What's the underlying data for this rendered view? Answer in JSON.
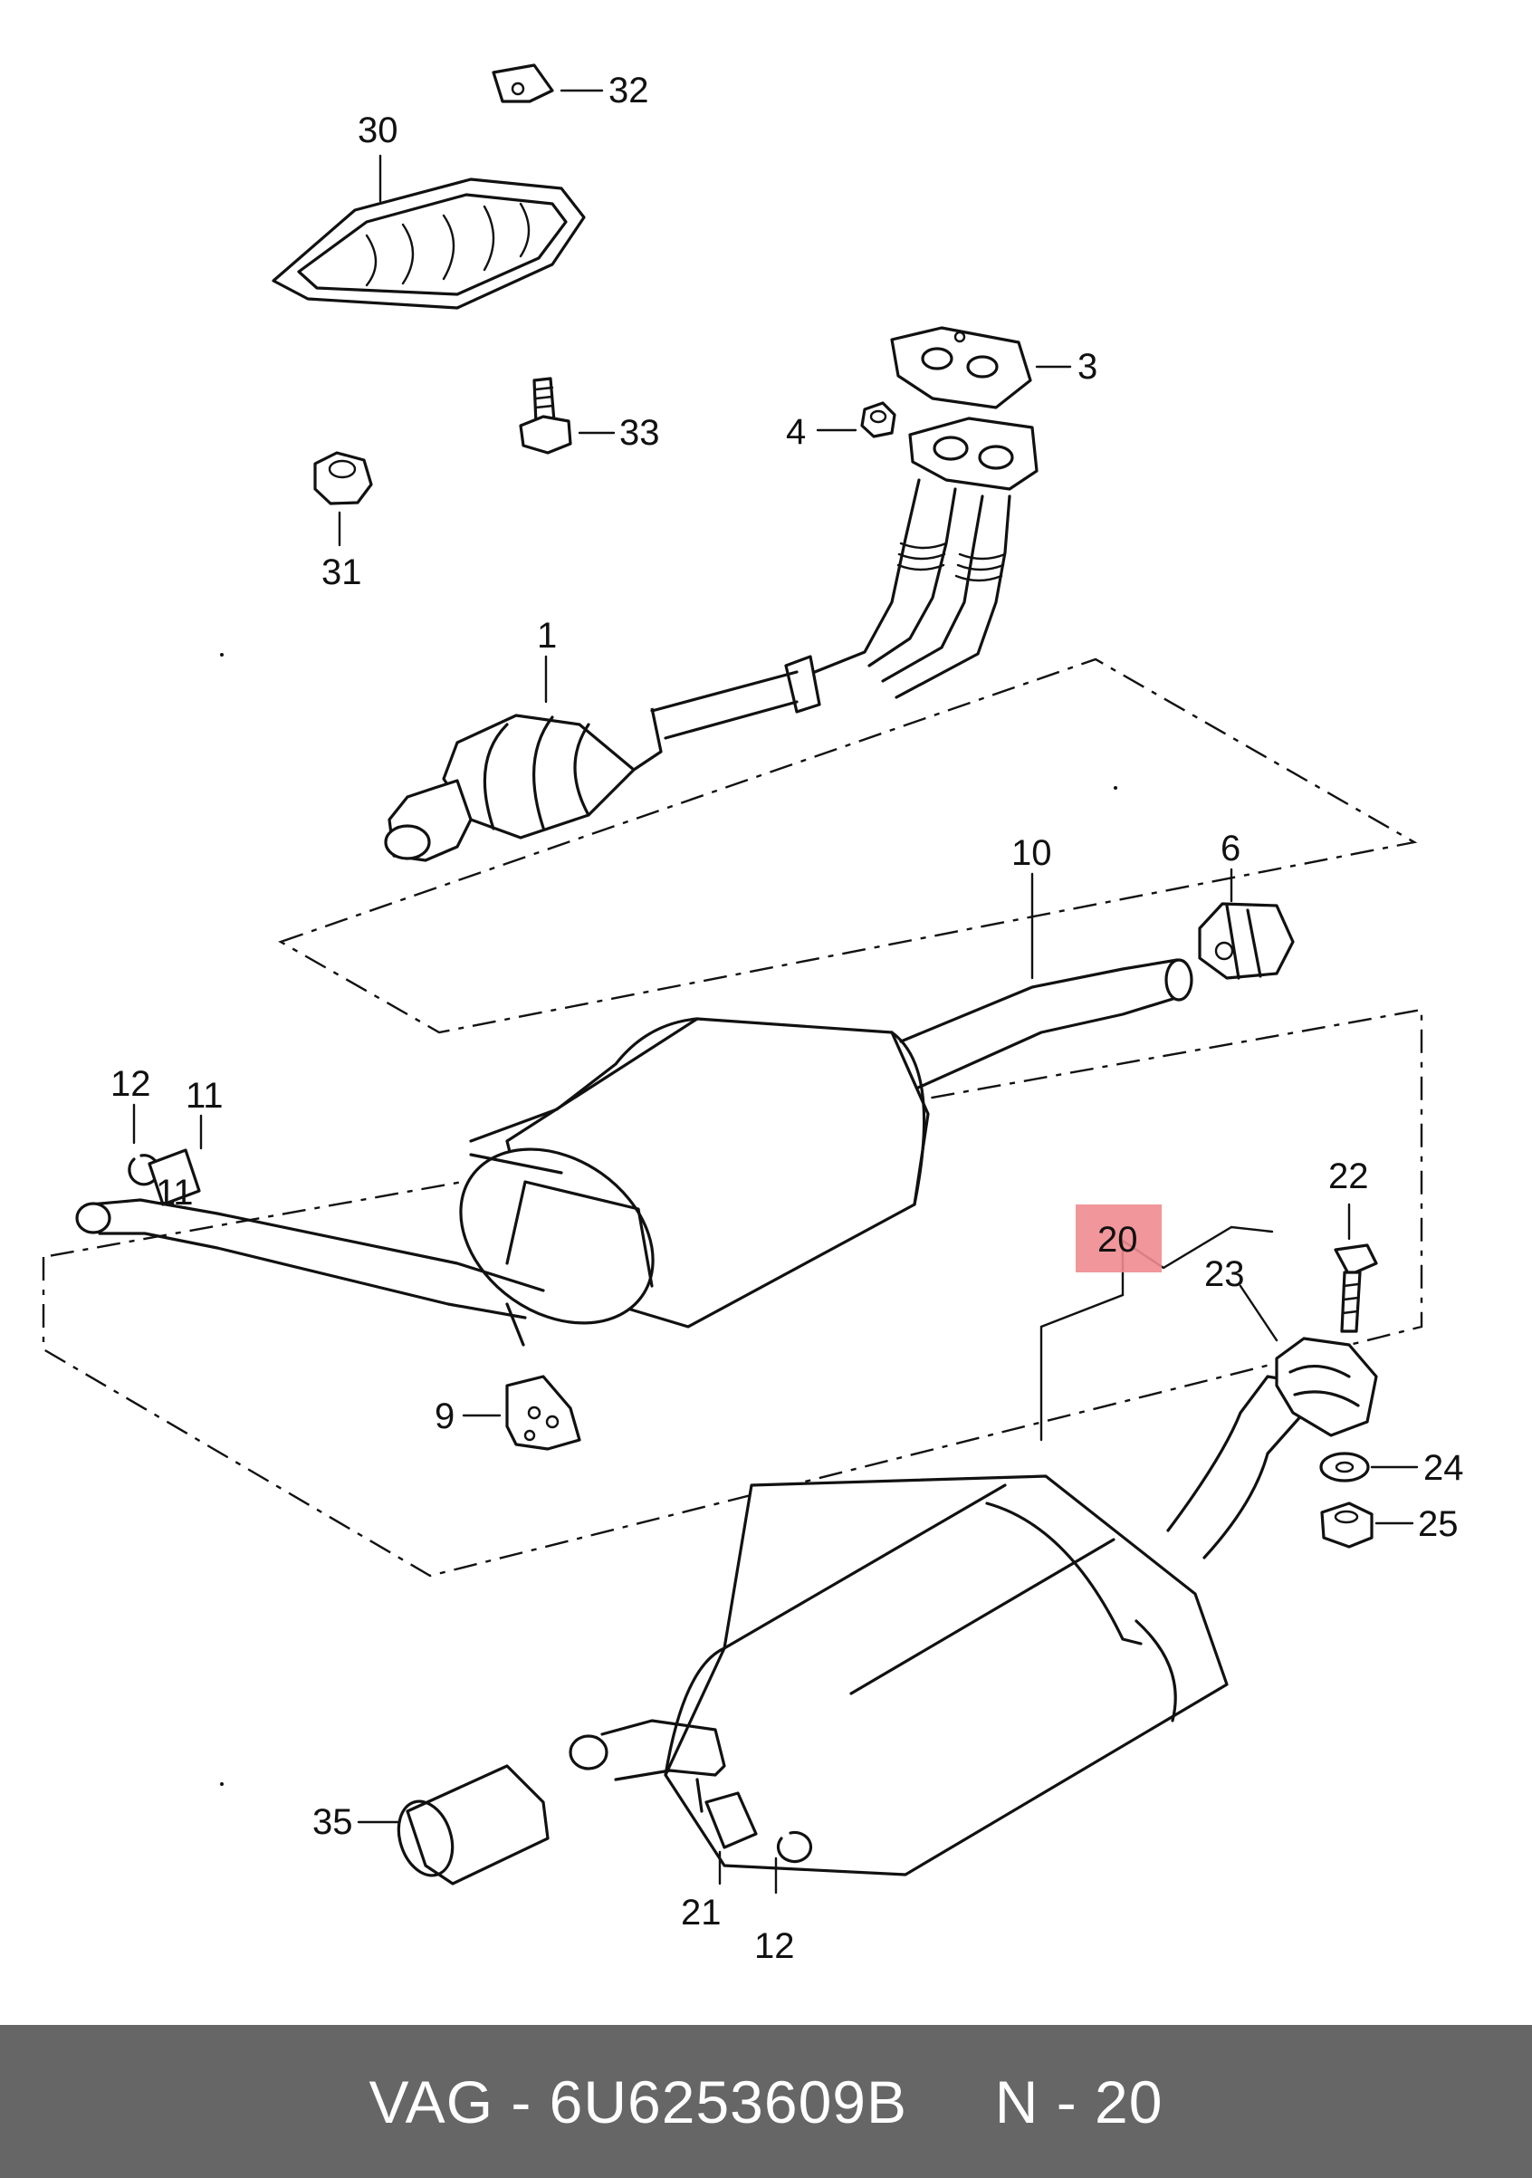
{
  "callouts": {
    "c1": "1",
    "c3": "3",
    "c4": "4",
    "c6": "6",
    "c9": "9",
    "c10": "10",
    "c11": "11",
    "c12a": "12",
    "c12b": "12",
    "c20": "20",
    "c21": "21",
    "c22": "22",
    "c23": "23",
    "c24": "24",
    "c25": "25",
    "c30": "30",
    "c31": "31",
    "c32": "32",
    "c33": "33",
    "c35": "35"
  },
  "part_label_stamp": "11",
  "highlight": {
    "callout": "20",
    "color": "#ef8b8f"
  },
  "footer": {
    "text": "VAG - 6U6253609B     N - 20",
    "background": "#666666",
    "color": "#ffffff"
  }
}
